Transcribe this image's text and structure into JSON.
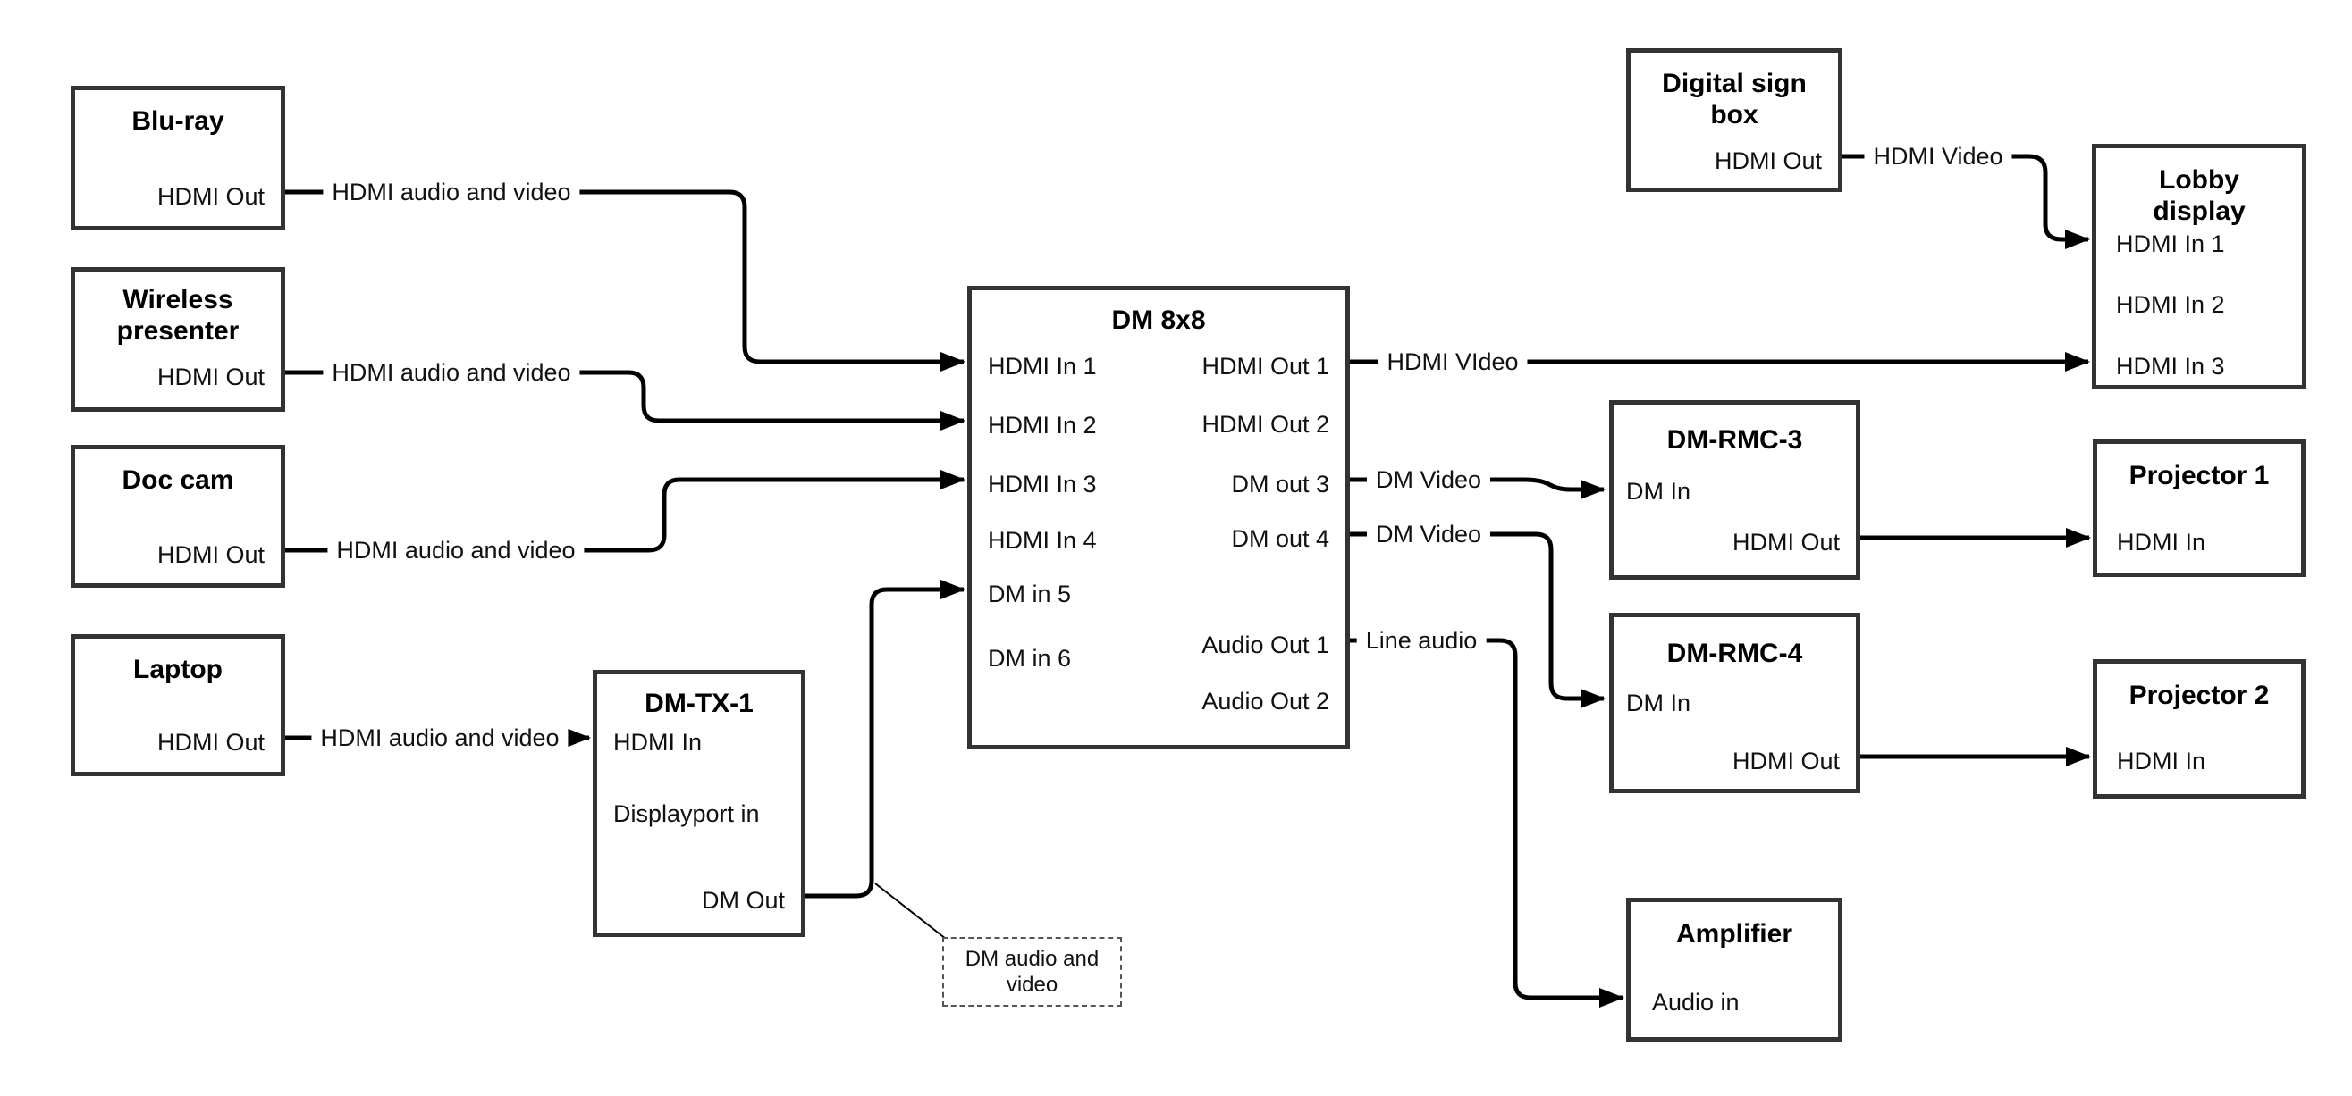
{
  "diagram": {
    "background": "#ffffff",
    "line_color": "#000000",
    "box_border_color": "#333333",
    "devices": {
      "bluray": {
        "title": "Blu-ray",
        "ports": {
          "hdmi_out": "HDMI Out"
        }
      },
      "wireless_presenter": {
        "title": "Wireless presenter",
        "ports": {
          "hdmi_out": "HDMI Out"
        }
      },
      "doc_cam": {
        "title": "Doc cam",
        "ports": {
          "hdmi_out": "HDMI Out"
        }
      },
      "laptop": {
        "title": "Laptop",
        "ports": {
          "hdmi_out": "HDMI Out"
        }
      },
      "dm_tx_1": {
        "title": "DM-TX-1",
        "ports": {
          "hdmi_in": "HDMI In",
          "displayport_in": "Displayport in",
          "dm_out": "DM Out"
        }
      },
      "dm_8x8": {
        "title": "DM 8x8",
        "ports": {
          "hdmi_in_1": "HDMI In 1",
          "hdmi_in_2": "HDMI In 2",
          "hdmi_in_3": "HDMI In 3",
          "hdmi_in_4": "HDMI In 4",
          "dm_in_5": "DM in 5",
          "dm_in_6": "DM in 6",
          "hdmi_out_1": "HDMI Out 1",
          "hdmi_out_2": "HDMI Out 2",
          "dm_out_3": "DM out 3",
          "dm_out_4": "DM out 4",
          "audio_out_1": "Audio Out 1",
          "audio_out_2": "Audio Out 2"
        }
      },
      "digital_sign_box": {
        "title": "Digital sign box",
        "ports": {
          "hdmi_out": "HDMI Out"
        }
      },
      "lobby_display": {
        "title": "Lobby display",
        "ports": {
          "hdmi_in_1": "HDMI In 1",
          "hdmi_in_2": "HDMI In 2",
          "hdmi_in_3": "HDMI In 3"
        }
      },
      "dm_rmc_3": {
        "title": "DM-RMC-3",
        "ports": {
          "dm_in": "DM In",
          "hdmi_out": "HDMI Out"
        }
      },
      "projector_1": {
        "title": "Projector 1",
        "ports": {
          "hdmi_in": "HDMI In"
        }
      },
      "dm_rmc_4": {
        "title": "DM-RMC-4",
        "ports": {
          "dm_in": "DM In",
          "hdmi_out": "HDMI Out"
        }
      },
      "projector_2": {
        "title": "Projector 2",
        "ports": {
          "hdmi_in": "HDMI In"
        }
      },
      "amplifier": {
        "title": "Amplifier",
        "ports": {
          "audio_in": "Audio in"
        }
      }
    },
    "connection_labels": {
      "bluray_to_dm8x8": "HDMI audio and video",
      "wireless_to_dm8x8": "HDMI audio and video",
      "doc_cam_to_dm8x8": "HDMI audio and video",
      "laptop_to_dmtx1": "HDMI audio and video",
      "sign_to_lobby": "HDMI Video",
      "hdmi_out_1_to_lobby": "HDMI VIdeo",
      "dm_out_3_to_rmc3": "DM Video",
      "dm_out_4_to_rmc4": "DM Video",
      "audio_out_1_to_amplifier": "Line audio",
      "dm_out_callout": "DM audio and video"
    }
  }
}
